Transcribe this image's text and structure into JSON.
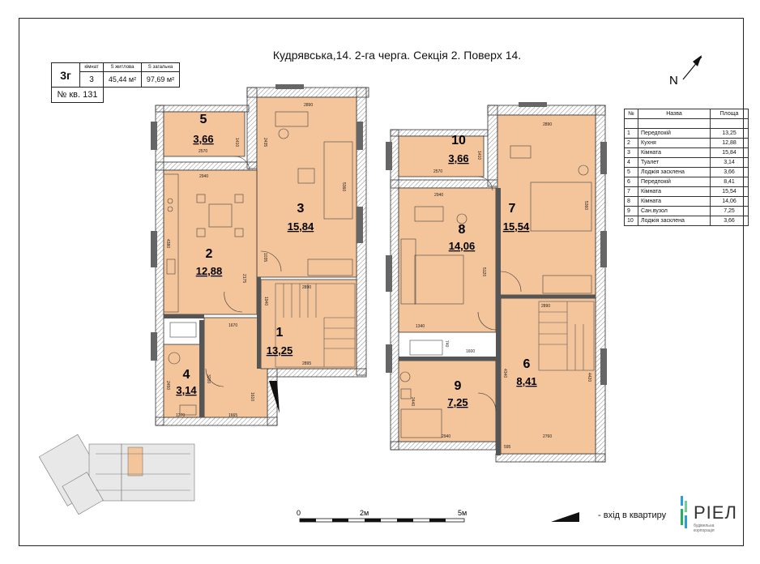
{
  "header": {
    "title": "Кудрявська,14. 2-га черга. Секція 2. Поверх 14.",
    "north": "N"
  },
  "info_box": {
    "type": "3г",
    "rooms_label": "кімнат",
    "rooms": "3",
    "living_label": "S житлова",
    "living": "45,44 м²",
    "total_label": "S загальна",
    "total": "97,69 м²",
    "apartment": "№ кв. 131"
  },
  "legend": {
    "headers": [
      "№",
      "Назва",
      "Площа"
    ],
    "rows": [
      [
        "1",
        "Передпокій",
        "13,25"
      ],
      [
        "2",
        "Кухня",
        "12,88"
      ],
      [
        "3",
        "Кімната",
        "15,84"
      ],
      [
        "4",
        "Туалет",
        "3,14"
      ],
      [
        "5",
        "Лоджія засклена",
        "3,66"
      ],
      [
        "6",
        "Передпокій",
        "8,41"
      ],
      [
        "7",
        "Кімната",
        "15,54"
      ],
      [
        "8",
        "Кімната",
        "14,06"
      ],
      [
        "9",
        "Сан.вузол",
        "7,25"
      ],
      [
        "10",
        "Лоджія засклена",
        "3,66"
      ]
    ]
  },
  "rooms": {
    "r1": {
      "num": "1",
      "area": "13,25"
    },
    "r2": {
      "num": "2",
      "area": "12,88"
    },
    "r3": {
      "num": "3",
      "area": "15,84"
    },
    "r4": {
      "num": "4",
      "area": "3,14"
    },
    "r5": {
      "num": "5",
      "area": "3,66"
    },
    "r6": {
      "num": "6",
      "area": "8,41"
    },
    "r7": {
      "num": "7",
      "area": "15,54"
    },
    "r8": {
      "num": "8",
      "area": "14,06"
    },
    "r9": {
      "num": "9",
      "area": "7,25"
    },
    "r10": {
      "num": "10",
      "area": "3,66"
    }
  },
  "dimensions": {
    "d1": "2890",
    "d2": "2570",
    "d3": "2940",
    "d4": "1410",
    "d5": "2435",
    "d6": "5360",
    "d7": "4380",
    "d8": "1035",
    "d9": "2175",
    "d10": "1670",
    "d11": "2890",
    "d12": "1940",
    "d13": "2895",
    "d14": "2450",
    "d15": "1270",
    "d16": "1665",
    "d17": "3200",
    "d18": "1610",
    "d19": "2890",
    "d20": "2570",
    "d21": "1410",
    "d22": "2940",
    "d23": "5360",
    "d24": "5120",
    "d25": "1340",
    "d26": "1600",
    "d27": "740",
    "d28": "2890",
    "d29": "4340",
    "d30": "4420",
    "d31": "2940",
    "d32": "2760",
    "d33": "2440",
    "d34": "595"
  },
  "scale": {
    "zero": "0",
    "mid": "2м",
    "end": "5м"
  },
  "entry_label": "- вхід в квартиру",
  "logo": {
    "name": "РІЕЛ",
    "tagline": "будівельна корпорація"
  },
  "colors": {
    "room_fill": "#f4c49b",
    "loggia_fill": "#f4c49b",
    "wall": "#333333",
    "window": "#666666"
  }
}
